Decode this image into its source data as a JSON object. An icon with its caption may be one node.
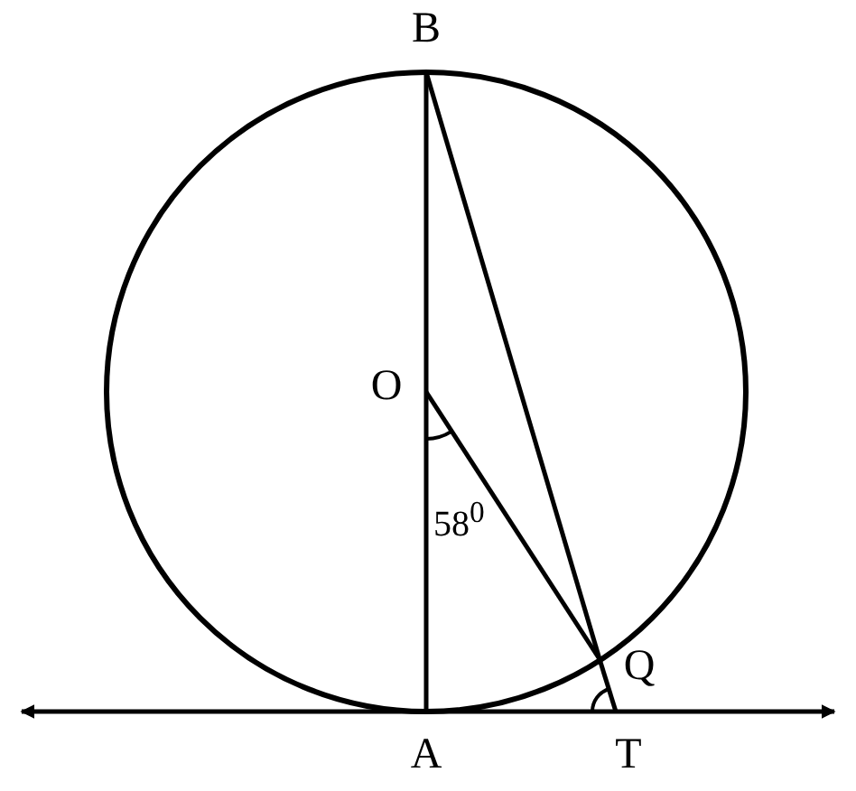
{
  "diagram": {
    "nodes": [
      {
        "text": [
          "B"
        ]
      },
      {
        "text": [
          "O"
        ]
      },
      {
        "text": [
          "Q"
        ]
      },
      {
        "text": [
          "A"
        ]
      },
      {
        "text": [
          "T"
        ]
      }
    ],
    "edges": [
      {
        "from": 0,
        "to": 1,
        "arrow": "none"
      },
      {
        "from": 1,
        "to": 3,
        "arrow": "none"
      },
      {
        "from": 0,
        "to": 2,
        "arrow": "none"
      },
      {
        "from": 2,
        "to": 4,
        "arrow": "none"
      },
      {
        "from": 1,
        "to": 2,
        "arrow": "none"
      },
      {
        "from": 3,
        "to": null,
        "arrow": "to"
      },
      {
        "from": 3,
        "to": 4,
        "arrow": "none"
      },
      {
        "from": 4,
        "to": null,
        "arrow": "to"
      }
    ],
    "labels": [
      "58$^{0}$"
    ]
  }
}
